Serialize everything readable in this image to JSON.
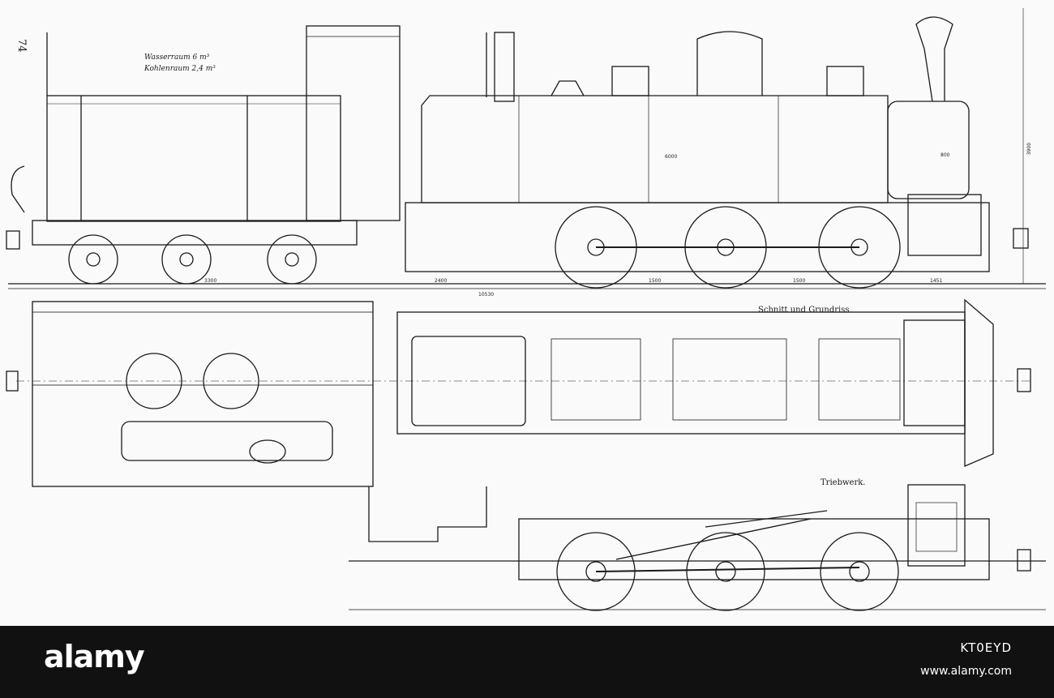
{
  "drawing": {
    "page_number": "74",
    "water_capacity": "Wasserraum 6 m³",
    "coal_capacity": "Kohlenraum 2,4 m³",
    "section_label": "Schnitt und Grundriss",
    "valve_gear_label": "Triebwerk.",
    "dimensions": {
      "overall_length": "10530",
      "wheelbase_1": "2400",
      "wheelbase_2": "1500",
      "wheelbase_3": "1500",
      "end_overhang": "1451",
      "tender_wheelbase": "3300",
      "height": "3900",
      "boiler_dim_1": "6000",
      "boiler_dim_2": "800"
    }
  },
  "footer": {
    "logo_text": "alamy",
    "image_id": "KT0EYD",
    "url": "www.alamy.com"
  }
}
